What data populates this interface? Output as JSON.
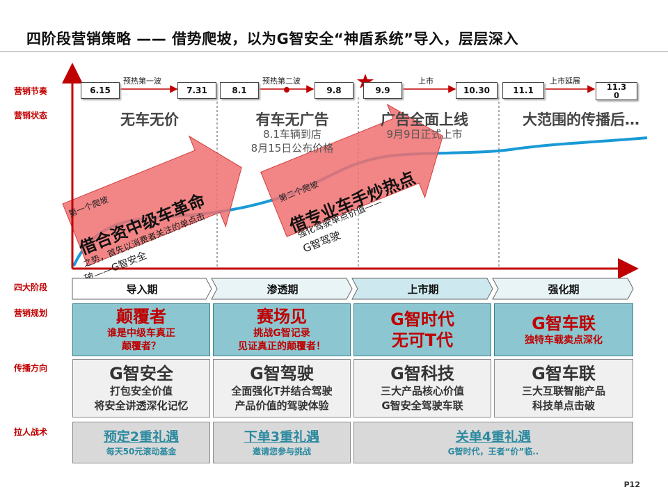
{
  "title": "四阶段营销策略 —— 借势爬坡，以为G智安全“神盾系统”导入，层层深入",
  "row_labels": {
    "rhythm": "营销节奏",
    "status": "营销状态",
    "phases": "四大阶段",
    "plan": "营销规划",
    "spread": "传播方向",
    "pull": "拉人战术"
  },
  "timeline": {
    "dates": [
      "6.15",
      "7.31",
      "8.1",
      "9.8",
      "9.9",
      "10.30",
      "11.1",
      "11.30"
    ],
    "tags": [
      "预热第一波",
      "预热第二波",
      "上市",
      "上市延展"
    ]
  },
  "status": {
    "s1": "无车无价",
    "s2": "有车无广告",
    "s2_sub1": "8.1车辆到店",
    "s2_sub2": "8月15日公布价格",
    "s3": "广告全面上线",
    "s3_sub": "9月9日正式上市",
    "s4": "大范围的传播后…"
  },
  "banners": {
    "b1_small": "第一个爬坡",
    "b1_big": "借合资中级车革命",
    "b1_line1": "之势，首先以消费者关注的单点击",
    "b1_line2": "破——G智安全",
    "b2_small": "第二个爬坡",
    "b2_big": "借专业车手炒热点",
    "b2_line1": "强化驾驶单点价值——",
    "b2_line2": "G智驾驶"
  },
  "phases": [
    "导入期",
    "渗透期",
    "上市期",
    "强化期"
  ],
  "plan": {
    "p1_big": "颠覆者",
    "p1_sm1": "谁是中级车真正",
    "p1_sm2": "颠覆者？",
    "p2_big": "赛场见",
    "p2_sm1": "挑战G智记录",
    "p2_sm2": "见证真正的颠覆者！",
    "p3_big1": "G智时代",
    "p3_big2": "无可T代",
    "p4_big": "G智车联",
    "p4_sm": "独特车载卖点深化"
  },
  "spread": {
    "c1_big": "G智安全",
    "c1_sm1": "打包安全价值",
    "c1_sm2": "将安全讲透深化记忆",
    "c2_big": "G智驾驶",
    "c2_sm1": "全面强化T并结合驾驶",
    "c2_sm2": "产品价值的驾驶体验",
    "c3_big": "G智科技",
    "c3_sm1": "三大产品核心价值",
    "c3_sm2": "G智安全驾驶车联",
    "c4_big": "G智车联",
    "c4_sm1": "三大互联智能产品",
    "c4_sm2": "科技单点击破"
  },
  "pull": {
    "t1_big": "预定2重礼遇",
    "t1_sm": "每天50元滚动基金",
    "t2_big": "下单3重礼遇",
    "t2_sm": "邀请您参与挑战",
    "t3_big": "关单4重礼遇",
    "t3_sm": "G智时代，王者“价”临.."
  },
  "page_number": "P12",
  "colors": {
    "accent_red": "#c00000",
    "teal": "#8cc7d1",
    "curve_blue": "#1a9ad6",
    "banner_fill": "#f07070"
  }
}
